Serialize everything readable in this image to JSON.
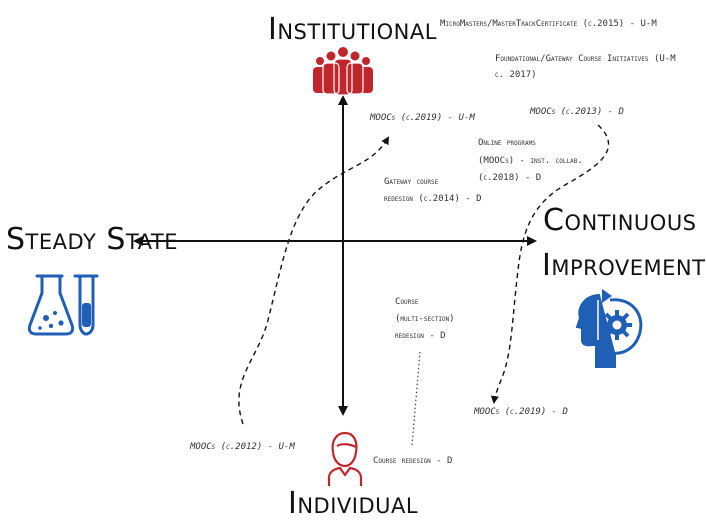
{
  "axes": {
    "top": "Institutional",
    "bottom": "Individual",
    "left": "Steady State",
    "right_line1": "Continuous",
    "right_line2": "Improvement"
  },
  "notes": {
    "micromasters": "MicroMasters/MasterTrackCertificate (c.2015) - U-M",
    "foundational_1": "Foundational/Gateway Course Initiatives (U-M",
    "foundational_2": "c. 2017)",
    "moocs_2019_um": "MOOCs (c.2019) - U-M",
    "moocs_2013_d": "MOOCs (c.2013) - D",
    "online_1": "Online programs",
    "online_2": "(MOOCs) - inst. collab.",
    "online_3": "(c.2018) - D",
    "gateway_1": "Gateway course",
    "gateway_2": "redesign (c.2014) - D",
    "multisection_1": "Course",
    "multisection_2": "(multi-section)",
    "multisection_3": "redesign - D",
    "moocs_2019_d": "MOOCs (c.2019) - D",
    "moocs_2012_um": "MOOCs (c.2012) - U-M",
    "course_redesign": "Course redesign - D"
  },
  "colors": {
    "institutional_icon": "#c0272d",
    "individual_icon": "#c0272d",
    "steady_icon": "#1f5fb5",
    "continuous_icon": "#1f5fb5",
    "axis": "#111111"
  },
  "icons": {
    "top": "people-group-icon",
    "bottom": "person-icon",
    "left": "lab-flask-icon",
    "right": "head-gear-icon"
  }
}
